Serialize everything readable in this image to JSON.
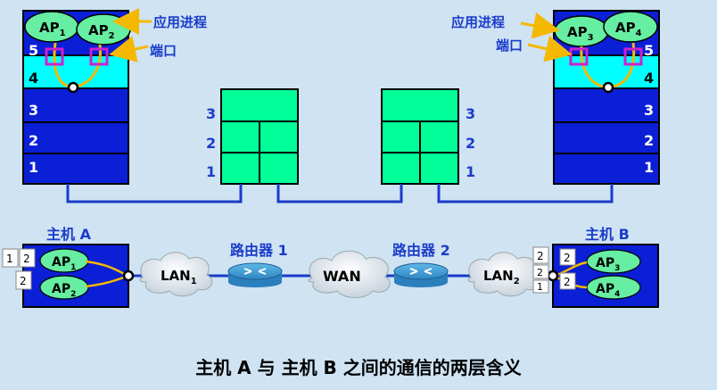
{
  "host_a": {
    "ap1": "AP",
    "ap1_sub": "1",
    "ap2": "AP",
    "ap2_sub": "2",
    "layers": [
      "5",
      "4",
      "3",
      "2",
      "1"
    ],
    "label": "主机 A",
    "mini_stack": [
      "1",
      "2",
      "2"
    ]
  },
  "host_b": {
    "ap3": "AP",
    "ap3_sub": "3",
    "ap4": "AP",
    "ap4_sub": "4",
    "layers": [
      "5",
      "4",
      "3",
      "2",
      "1"
    ],
    "label": "主机 B",
    "mini_stack": [
      "2",
      "2",
      "1",
      "2",
      "2"
    ]
  },
  "router1": {
    "layers": [
      "3",
      "2",
      "1"
    ],
    "label": "路由器 1"
  },
  "router2": {
    "layers": [
      "3",
      "2",
      "1"
    ],
    "label": "路由器 2"
  },
  "callouts": {
    "app_process": "应用进程",
    "port": "端口"
  },
  "network": {
    "lan1": "LAN",
    "lan1_sub": "1",
    "wan": "WAN",
    "lan2": "LAN",
    "lan2_sub": "2"
  },
  "caption": "主机 A 与 主机 B 之间的通信的两层含义",
  "colors": {
    "background": "#cfe3f3",
    "layer_blue": "#0a1fd6",
    "transport_cyan": "#00ffff",
    "app_green": "#66eea2",
    "router_green": "#00ff99",
    "label_blue": "#1a3cc9",
    "link_blue": "#1a3cc9",
    "port_magenta": "#cc22cc"
  }
}
